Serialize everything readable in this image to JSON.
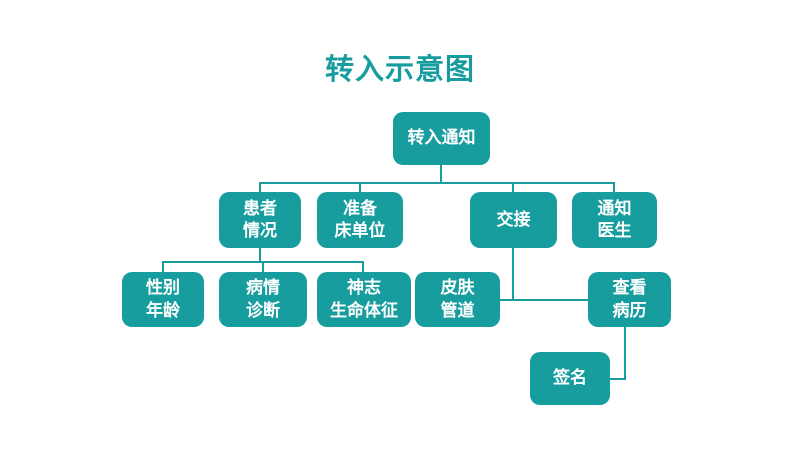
{
  "title": "转入示意图",
  "colors": {
    "accent": "#189D9F",
    "node_text": "#FFFFFF",
    "background": "#FFFFFF"
  },
  "diagram": {
    "nodes": {
      "root": {
        "label": "转入通知"
      },
      "patient": {
        "label": "患者\n情况"
      },
      "bed": {
        "label": "准备\n床单位"
      },
      "handover": {
        "label": "交接"
      },
      "notify": {
        "label": "通知\n医生"
      },
      "gender": {
        "label": "性别\n年龄"
      },
      "diagnosis": {
        "label": "病情\n诊断"
      },
      "vitals": {
        "label": "神志\n生命体征"
      },
      "skin": {
        "label": "皮肤\n管道"
      },
      "records": {
        "label": "查看\n病历"
      },
      "sign": {
        "label": "签名"
      }
    },
    "edges": [
      {
        "from": "root",
        "to": "patient"
      },
      {
        "from": "root",
        "to": "bed"
      },
      {
        "from": "root",
        "to": "handover"
      },
      {
        "from": "root",
        "to": "notify"
      },
      {
        "from": "patient",
        "to": "gender"
      },
      {
        "from": "patient",
        "to": "diagnosis"
      },
      {
        "from": "patient",
        "to": "vitals"
      },
      {
        "from": "handover",
        "to": "skin"
      },
      {
        "from": "handover",
        "to": "records"
      },
      {
        "from": "records",
        "to": "sign"
      }
    ]
  }
}
